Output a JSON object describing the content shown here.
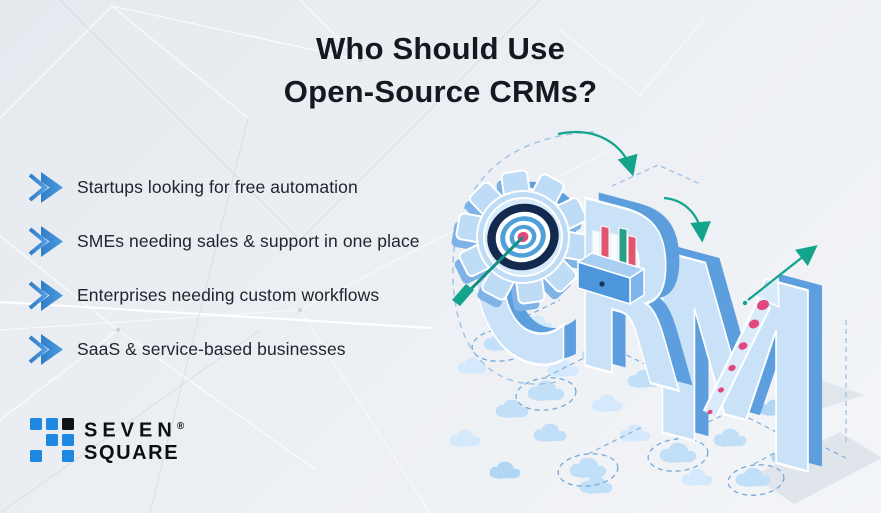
{
  "header": {
    "title_line1": "Who Should Use",
    "title_line2": "Open-Source CRMs?"
  },
  "bullets": {
    "icon": "double-chevron-right-icon",
    "items": [
      {
        "label": "Startups looking for free automation"
      },
      {
        "label": "SMEs needing sales & support in one place"
      },
      {
        "label": "Enterprises needing custom workflows"
      },
      {
        "label": "SaaS & service-based businesses"
      }
    ]
  },
  "logo": {
    "line1": "SEVEN",
    "registered_mark": "®",
    "line2": "SQUARE"
  },
  "illustration": {
    "letters": [
      "C",
      "R",
      "M"
    ],
    "motifs": [
      "gear-icon",
      "target-icon",
      "dart-icon",
      "drawer-files-icon",
      "growth-arrow-icon",
      "cloud-grid"
    ]
  },
  "colors": {
    "bullet_icon_blue": "#3F8FD6",
    "logo_blue": "#1E88E5",
    "letter_front": "#C9E2F8",
    "letter_side": "#5D9FDE",
    "gear_light": "#BFDCF6",
    "teal_arrow": "#14A38B",
    "target_pink": "#E2477E",
    "target_navy": "#14294E",
    "background": "#E9EDF2"
  }
}
